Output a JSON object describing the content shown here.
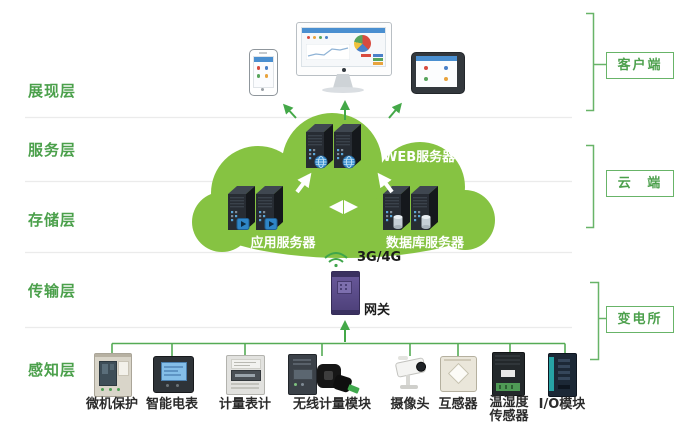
{
  "layers": [
    {
      "label": "展现层"
    },
    {
      "label": "服务层"
    },
    {
      "label": "存储层"
    },
    {
      "label": "传输层"
    },
    {
      "label": "感知层"
    }
  ],
  "right_groups": [
    {
      "label": "客户端"
    },
    {
      "label": "云 端"
    },
    {
      "label": "变电所"
    }
  ],
  "cloud": {
    "web_server_label": "WEB服务器",
    "app_server_label": "应用服务器",
    "db_server_label": "数据库服务器"
  },
  "transport": {
    "wireless_label": "3G/4G",
    "gateway_label": "网关"
  },
  "devices": [
    {
      "label": "微机保护"
    },
    {
      "label": "智能电表"
    },
    {
      "label": "计量表计"
    },
    {
      "label": "无线计量模块"
    },
    {
      "label": "摄像头"
    },
    {
      "label": "互感器"
    },
    {
      "label": "温湿度传感器"
    },
    {
      "label": "I/O模块"
    }
  ],
  "icons": {
    "wireless": "wifi-icon",
    "cloud": "cloud-shape",
    "server": "server-tower-icon",
    "clients": [
      "smartphone-icon",
      "desktop-monitor-icon",
      "tablet-icon"
    ]
  },
  "colors": {
    "cloud_green": "#86c342",
    "line_green": "#55ab55",
    "label_green": "#4ba04b",
    "bracket_green": "#68b468",
    "divider_gray": "#ebebeb",
    "arrow_white": "#ffffff",
    "header_blue": "#4a8fd0"
  }
}
